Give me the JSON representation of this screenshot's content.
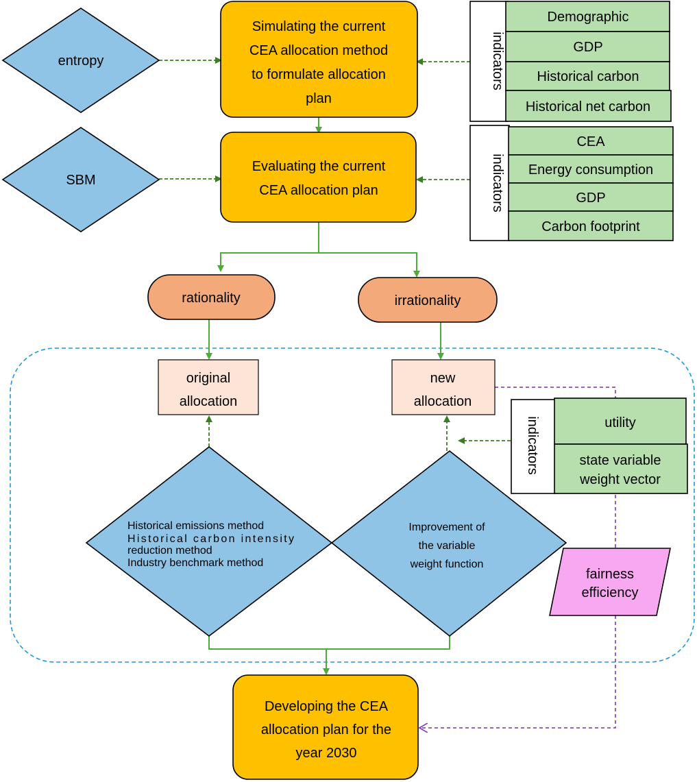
{
  "nodes": {
    "simulate": {
      "lines": [
        "Simulating the current",
        "CEA allocation method",
        "to formulate allocation",
        "plan"
      ]
    },
    "entropy": {
      "label": "entropy"
    },
    "indicators_top": {
      "label": "indicators",
      "items": [
        "Demographic",
        "GDP",
        "Historical carbon",
        "Historical net carbon"
      ]
    },
    "evaluate": {
      "lines": [
        "Evaluating the current",
        "CEA allocation plan"
      ]
    },
    "sbm": {
      "label": "SBM"
    },
    "indicators_mid": {
      "label": "indicators",
      "items": [
        "CEA",
        "Energy consumption",
        "GDP",
        "Carbon footprint"
      ]
    },
    "rationality": {
      "label": "rationality"
    },
    "irrationality": {
      "label": "irrationality"
    },
    "original_allocation": {
      "lines": [
        "original",
        "allocation"
      ]
    },
    "new_allocation": {
      "lines": [
        "new",
        "allocation"
      ]
    },
    "indicators_bottom": {
      "label": "indicators",
      "items": [
        [
          "utility"
        ],
        [
          "state variable",
          "weight vector"
        ]
      ]
    },
    "methods": {
      "lines": [
        "Historical emissions method",
        "Historical carbon intensity",
        "reduction method",
        "Industry benchmark method"
      ]
    },
    "improvement": {
      "lines": [
        "Improvement of",
        "the variable",
        "weight function"
      ]
    },
    "fairness": {
      "lines": [
        "fairness",
        "efficiency"
      ]
    },
    "develop": {
      "lines": [
        "Developing the CEA",
        "allocation plan for the",
        "year 2030"
      ]
    }
  },
  "colors": {
    "orange_box": "#FFC000",
    "blue_diamond": "#8FC4E6",
    "green_box": "#B7DFAE",
    "salmon_pill": "#F4A97B",
    "peach_box": "#FCE4D6",
    "pink_parallelogram": "#F8A8F0",
    "green_arrow": "#4DAA3B",
    "dashed_green": "#3B7D23",
    "dashed_blue": "#1E9AD6",
    "dashed_purple": "#7A2BB0"
  }
}
